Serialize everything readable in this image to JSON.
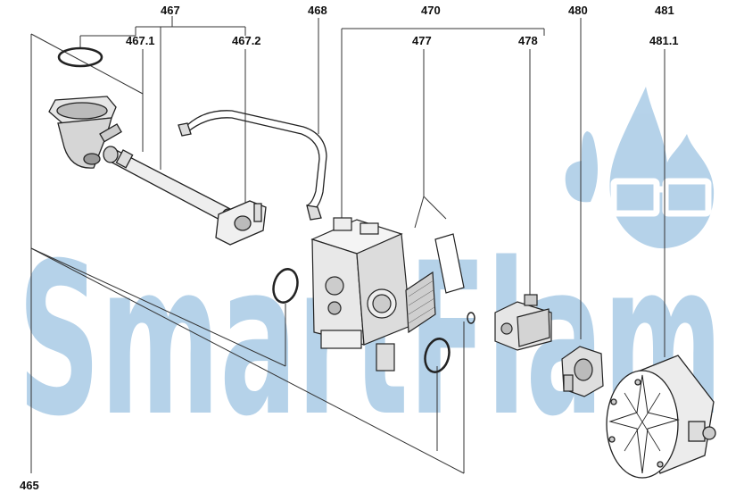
{
  "diagram": {
    "callouts": {
      "c467": "467",
      "c467_1": "467.1",
      "c467_2": "467.2",
      "c468": "468",
      "c470": "470",
      "c477": "477",
      "c478": "478",
      "c480": "480",
      "c481": "481",
      "c481_1": "481.1",
      "c465": "465"
    },
    "watermark": {
      "text": "SmartFlam",
      "color": "#a9cbe6"
    },
    "line_color": "#333333"
  }
}
